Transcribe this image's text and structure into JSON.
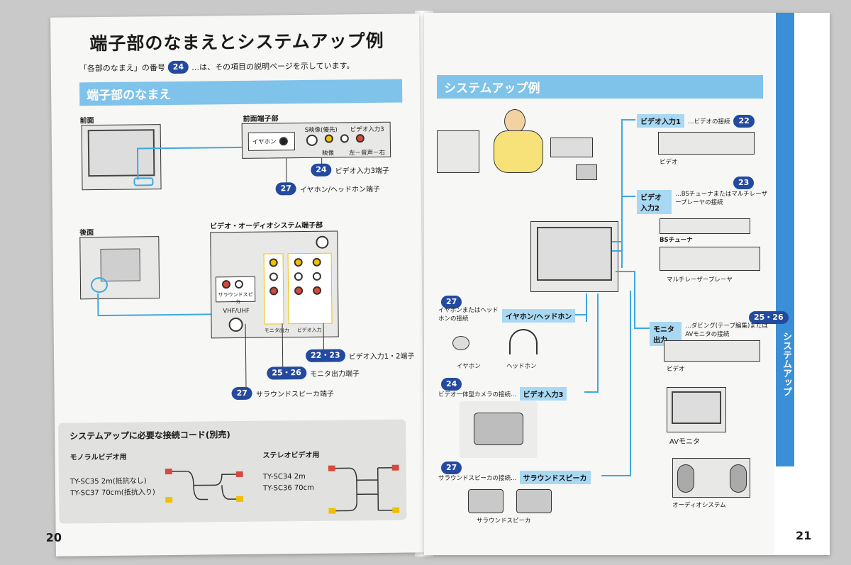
{
  "left": {
    "title": "端子部のなまえとシステムアップ例",
    "intro_before": "「各部のなまえ」の番号",
    "intro_badge": "24",
    "intro_after": "…は、その項目の説明ページを示しています。",
    "section_title": "端子部のなまえ",
    "front_label": "前面",
    "front_terminal_label": "前面端子部",
    "earphone_label": "イヤホン",
    "svideo_label": "S映像(優先)",
    "video_in3_label": "ビデオ入力3",
    "video_label": "映像",
    "audio_label": "左－音声－右",
    "callout_video_in3": {
      "badge": "24",
      "text": "ビデオ入力3端子"
    },
    "callout_earphone": {
      "badge": "27",
      "text": "イヤホン/ヘッドホン端子"
    },
    "back_label": "後面",
    "av_terminal_label": "ビデオ・オーディオシステム端子部",
    "surround_label": "サラウンドスピーカ",
    "vhf_uhf": "VHF/UHF",
    "monitor_out_small": "モニタ出力",
    "video_in_small": "ビデオ入力",
    "callout_video_in12": {
      "badge": "22・23",
      "text": "ビデオ入力1・2端子"
    },
    "callout_monitor_out": {
      "badge": "25・26",
      "text": "モニタ出力端子"
    },
    "callout_surround": {
      "badge": "27",
      "text": "サラウンドスピーカ端子"
    },
    "cord_box": {
      "title": "システムアップに必要な接続コード(別売)",
      "mono_title": "モノラルビデオ用",
      "mono_items": [
        "TY-SC35 2m(抵抗なし)",
        "TY-SC37 70cm(抵抗入り)"
      ],
      "stereo_title": "ステレオビデオ用",
      "stereo_items": [
        "TY-SC34 2m",
        "TY-SC36 70cm"
      ]
    },
    "page_number": "20"
  },
  "right": {
    "section_title": "システムアップ例",
    "side_tab": "システムアップ",
    "video_in1": {
      "tag": "ビデオ入力1",
      "text": "…ビデオの接続",
      "badge": "22"
    },
    "video_label": "ビデオ",
    "video_in2": {
      "tag": "ビデオ入力2",
      "text": "…BSチューナまたはマルチレーザープレーヤの接続",
      "badge": "23"
    },
    "bs_tuner": "BSチューナ",
    "multi_laser": "マルチレーザープレーヤ",
    "earphone": {
      "badge": "27",
      "text": "イヤホンまたはヘッドホンの接続",
      "tag": "イヤホン/ヘッドホン"
    },
    "earphone_label": "イヤホン",
    "headphone_label": "ヘッドホン",
    "monitor_out": {
      "tag": "モニタ出力",
      "text": "…ダビング(テープ編集)またはAVモニタの接続",
      "badge": "25・26"
    },
    "video_label2": "ビデオ",
    "av_monitor": "AVモニタ",
    "camera": {
      "badge": "24",
      "text": "ビデオ一体型カメラの接続…",
      "tag": "ビデオ入力3"
    },
    "surround": {
      "badge": "27",
      "text": "サラウンドスピーカの接続…",
      "tag": "サラウンドスピーカ"
    },
    "surround_label": "サラウンドスピーカ",
    "audio_system": "オーディオシステム",
    "page_number": "21"
  }
}
